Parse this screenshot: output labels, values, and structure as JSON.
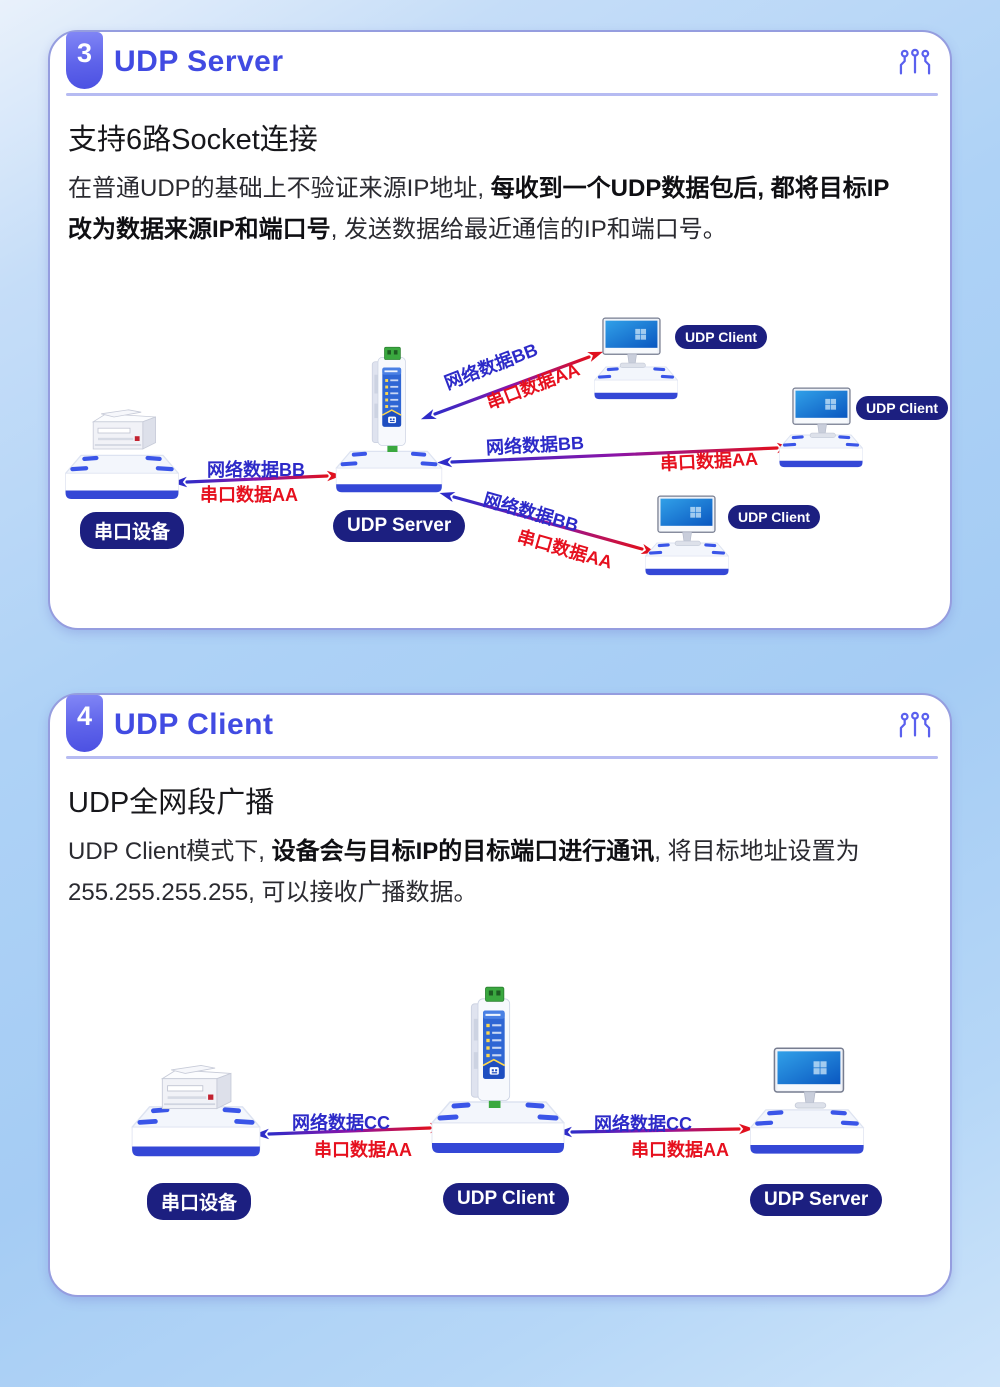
{
  "page": {
    "background_top": "#e9f1fb",
    "background_main": "#a9cff5"
  },
  "colors": {
    "accent_blue": "#414be2",
    "navy_badge": "#1c1f80",
    "flow_blue": "#2d2ac8",
    "flow_red": "#e6101e",
    "base_stripe_blue": "#3447d6"
  },
  "sections": {
    "s3": {
      "number": "3",
      "title": "UDP Server",
      "header_icon": "circuit-pins-icon",
      "heading": "支持6路Socket连接",
      "para": {
        "r1": "在普通UDP的基础上不验证来源IP地址, ",
        "b1": "每收到一个UDP数据包后, 都将目标IP",
        "b2": "改为数据来源IP和端口号",
        "r2": ", 发送数据给最近通信的IP和端口号。"
      },
      "diagram": {
        "serial_device_label": "串口设备",
        "server_label": "UDP Server",
        "client_label": "UDP Client",
        "flow_network": "网络数据BB",
        "flow_serial": "串口数据AA"
      }
    },
    "s4": {
      "number": "4",
      "title": "UDP Client",
      "header_icon": "circuit-pins-icon",
      "heading": "UDP全网段广播",
      "para": {
        "r1": "UDP Client模式下, ",
        "b1": "设备会与目标IP的目标端口进行通讯",
        "r2": ", 将目标地址设置为",
        "r3": "255.255.255.255, 可以接收广播数据。"
      },
      "diagram": {
        "serial_device_label": "串口设备",
        "client_label": "UDP Client",
        "server_label": "UDP Server",
        "flow_network": "网络数据CC",
        "flow_serial": "串口数据AA"
      }
    }
  }
}
